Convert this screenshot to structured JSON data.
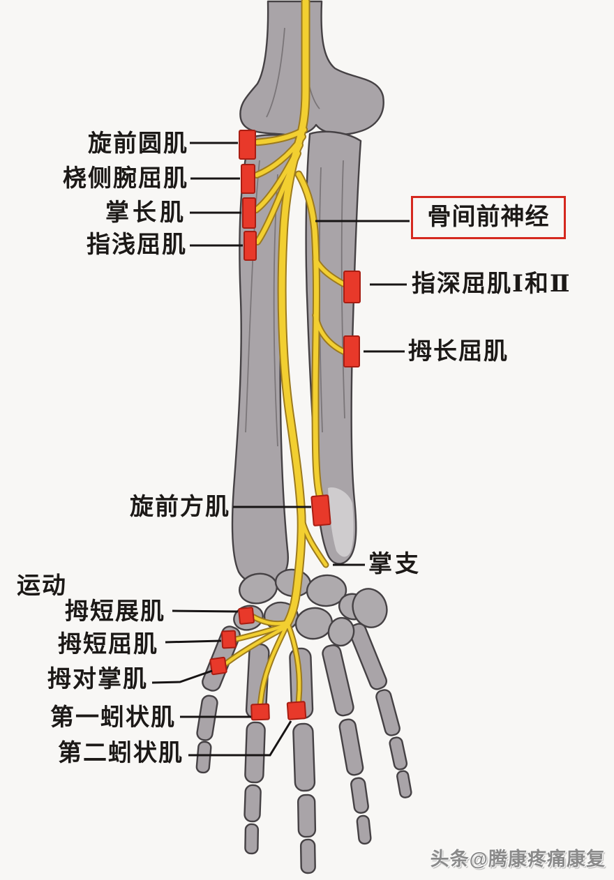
{
  "labels": {
    "pronator_teres": "旋前圆肌",
    "flexor_carpi_radialis": "桡侧腕屈肌",
    "palmaris_longus": "掌长肌",
    "flexor_digitorum_superficialis": "指浅屈肌",
    "anterior_interosseous_nerve": "骨间前神经",
    "flexor_digitorum_profundus_1_2": "指深屈肌Ⅰ和Ⅱ",
    "flexor_pollicis_longus": "拇长屈肌",
    "pronator_quadratus": "旋前方肌",
    "palmar_branch": "掌支",
    "motor_section": "运动",
    "abductor_pollicis_brevis": "拇短展肌",
    "flexor_pollicis_brevis": "拇短屈肌",
    "opponens_pollicis": "拇对掌肌",
    "first_lumbrical": "第一蚓状肌",
    "second_lumbrical": "第二蚓状肌"
  },
  "watermark": "头条@腾康疼痛康复",
  "colors": {
    "nerve_yellow": "#f2cf31",
    "nerve_outline": "#9c7a1e",
    "marker_red": "#e8392a",
    "marker_border": "#a81d12",
    "bone_gray": "#a9a4a8",
    "bone_outline": "#454144",
    "highlight_box_red": "#d5281e",
    "label_black": "#1c1917",
    "leader_line": "#171414",
    "background": "#f8f7f5"
  }
}
